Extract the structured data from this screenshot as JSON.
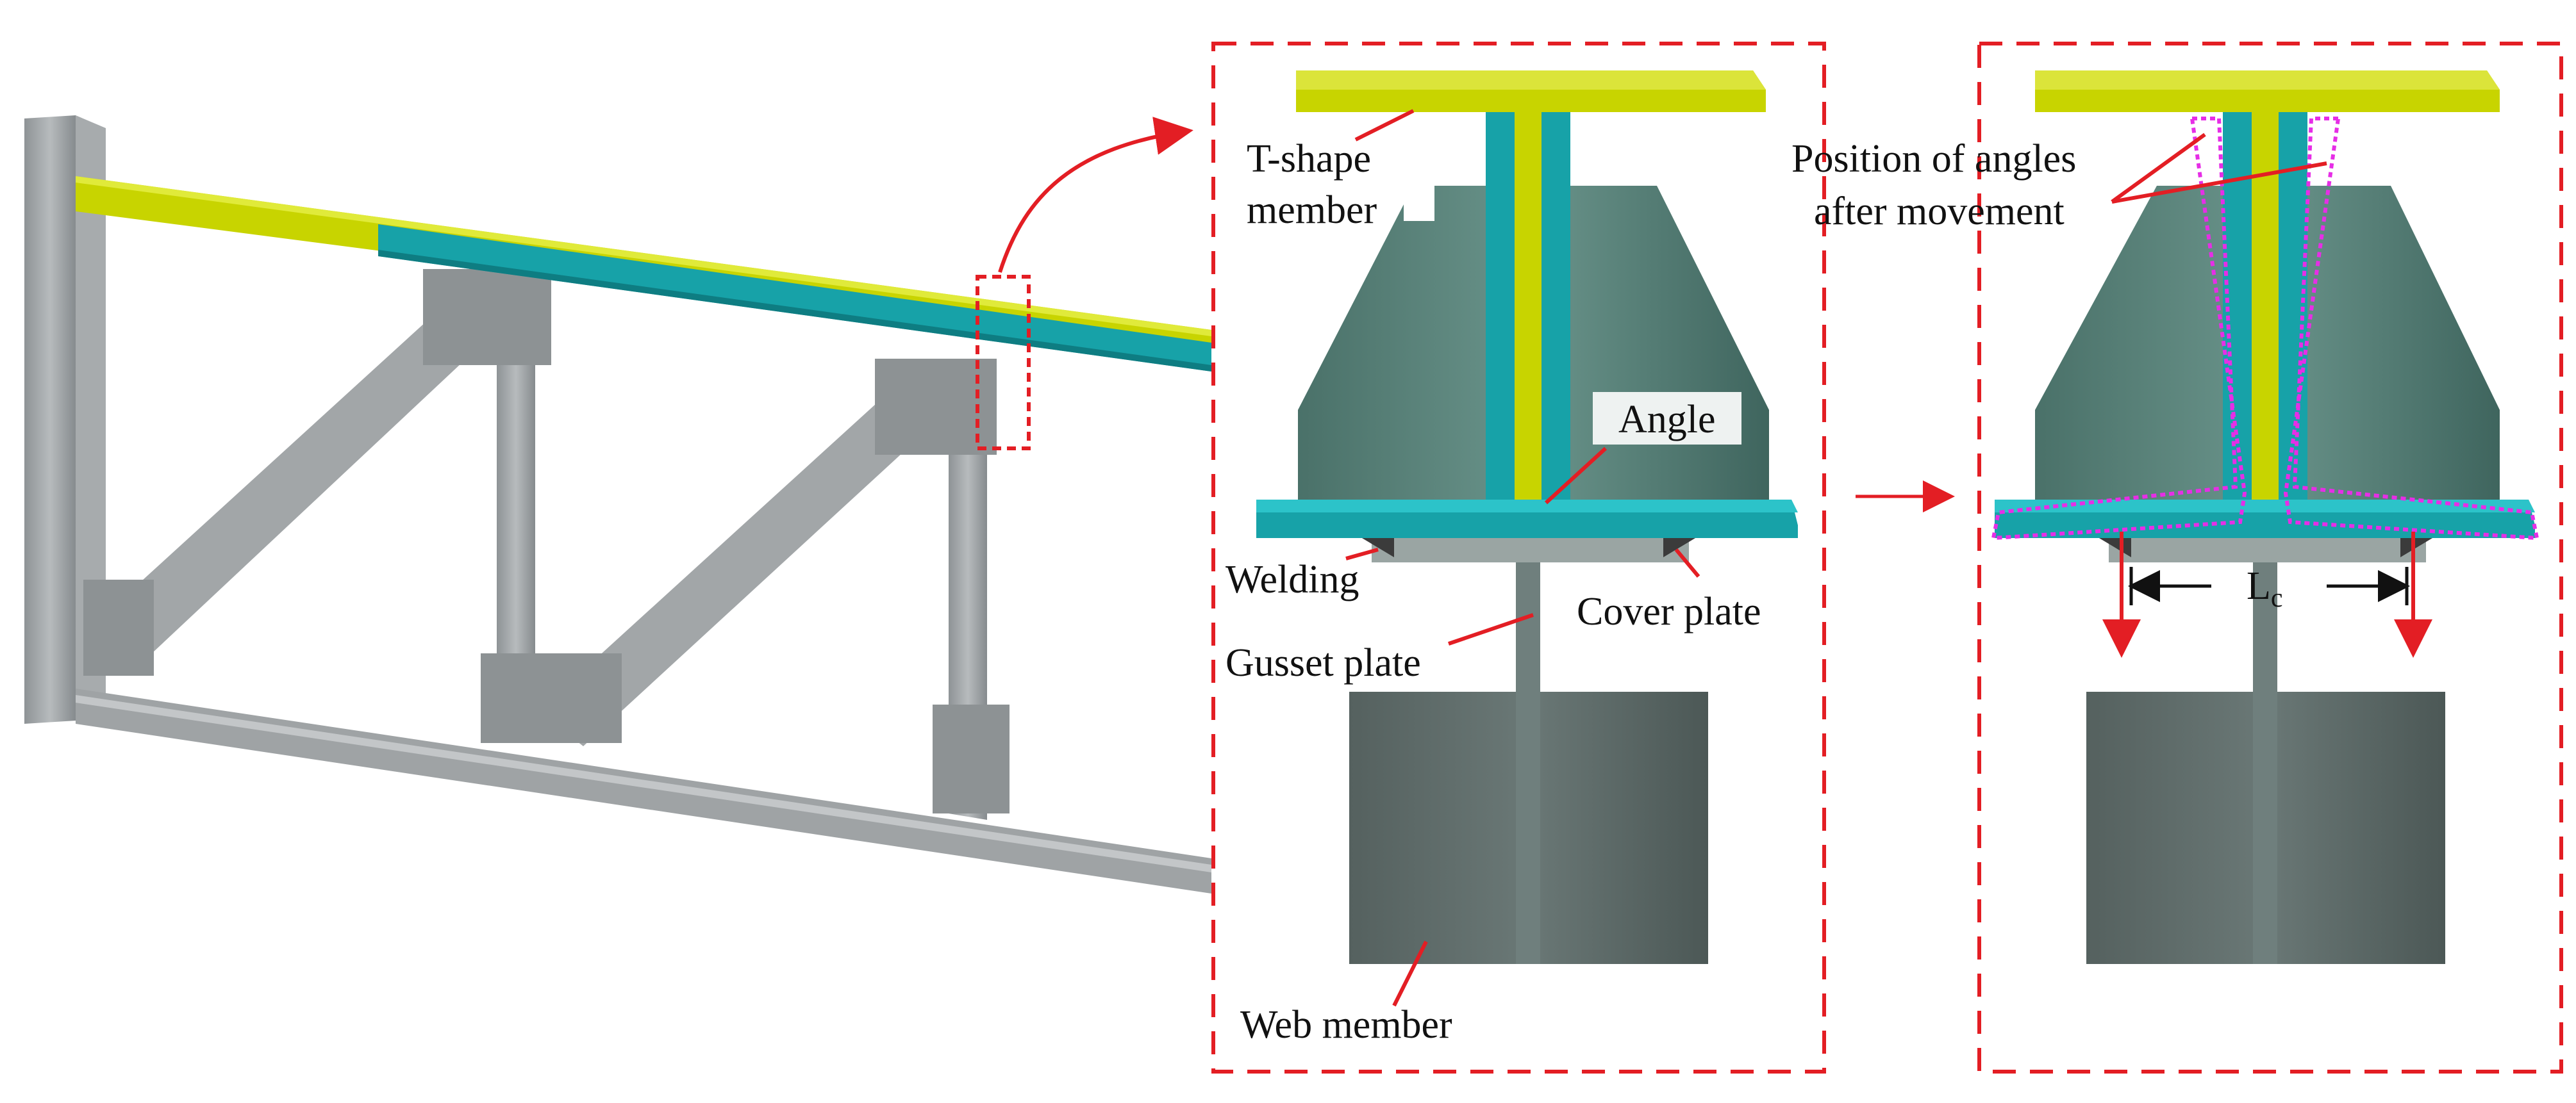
{
  "labels": {
    "t_shape_line1": "T-shape",
    "t_shape_line2": "member",
    "angle": "Angle",
    "welding": "Welding",
    "cover_plate": "Cover plate",
    "gusset_plate": "Gusset plate",
    "web_member": "Web member",
    "position_line1": "Position of angles",
    "position_line2": "after movement",
    "lc_main": "L",
    "lc_sub": "c"
  },
  "colors": {
    "chord_yellow": "#c8d400",
    "angle_teal": "#17a2a8",
    "gusset_green": "#4f7a72",
    "steel_gray": "#9da1a3",
    "web_dark": "#5e6e6c",
    "callout_red": "#e31e24",
    "moved_magenta": "#e62ee6"
  }
}
